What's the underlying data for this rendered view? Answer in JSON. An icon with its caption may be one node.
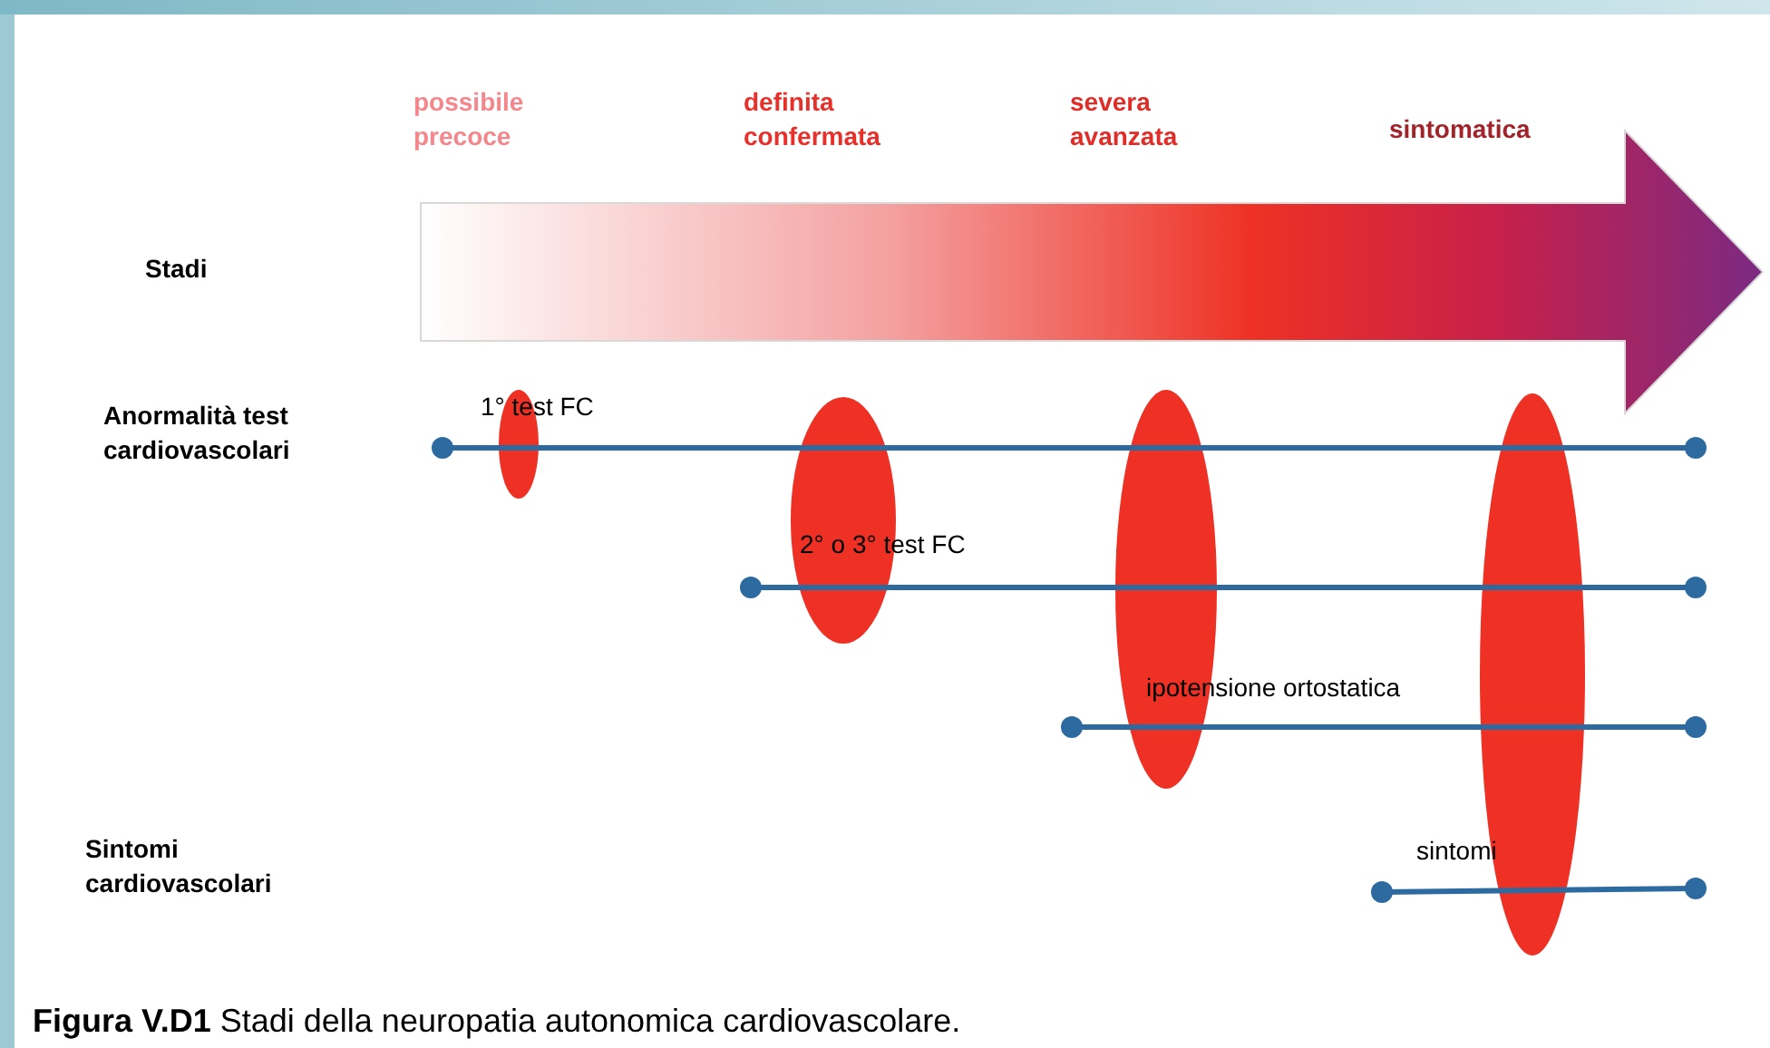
{
  "diagram": {
    "caption": "**Figura V.D1** Stadi della neuropatia autonomica cardiovascolare.",
    "labels": [
      "possibile precoce",
      "definita confermata",
      "severa avanzata",
      "sintomatica",
      "Stadi",
      "Anormalità test cardiovascolari",
      "1° test FC",
      "2° o 3° test FC",
      "ipotensione ortostatica",
      "Sintomi cardiovascolari",
      "sintomi"
    ]
  }
}
